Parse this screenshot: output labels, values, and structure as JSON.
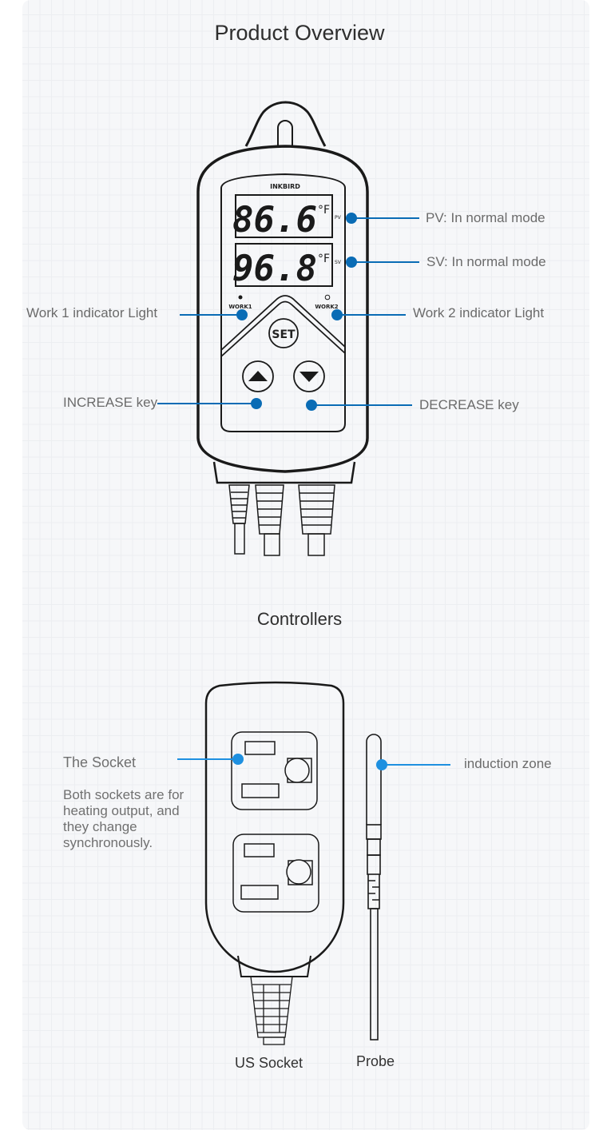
{
  "overview": {
    "title": "Product Overview",
    "device": {
      "brand": "INKBIRD",
      "pv_value": "86.6",
      "sv_value": "96.8",
      "unit": "°F",
      "pv_tag": "PV",
      "sv_tag": "SV",
      "work1_tag": "WORK1",
      "work2_tag": "WORK2",
      "set_key": "SET"
    },
    "callouts": {
      "pv": "PV: In normal mode",
      "sv": "SV: In normal mode",
      "work1": "Work 1 indicator Light",
      "work2": "Work 2 indicator Light",
      "increase": "INCREASE key",
      "decrease": "DECREASE key"
    },
    "icons": [
      "up-arrow-icon",
      "down-arrow-icon"
    ],
    "accent_color": "#0a6cb5"
  },
  "controllers": {
    "title": "Controllers",
    "socket_title": "The Socket",
    "socket_desc": "Both sockets are for heating output, and they change synchronously.",
    "probe_callout": "induction zone",
    "us_socket_caption": "US Socket",
    "probe_caption": "Probe",
    "accent_color": "#1e90e0"
  }
}
